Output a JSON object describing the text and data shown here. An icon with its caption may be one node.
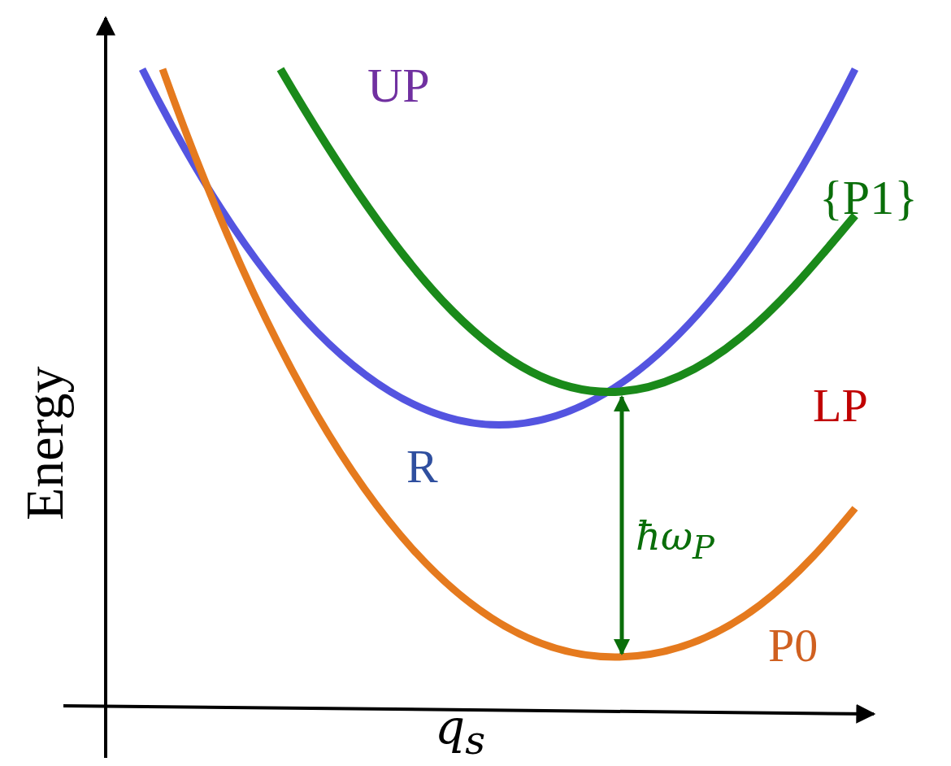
{
  "diagram": {
    "labels": [
      "UP",
      "{P1}",
      "LP",
      "R",
      "P0",
      "Energy",
      "q$_{s}$",
      "ħω$_{P}$"
    ]
  }
}
